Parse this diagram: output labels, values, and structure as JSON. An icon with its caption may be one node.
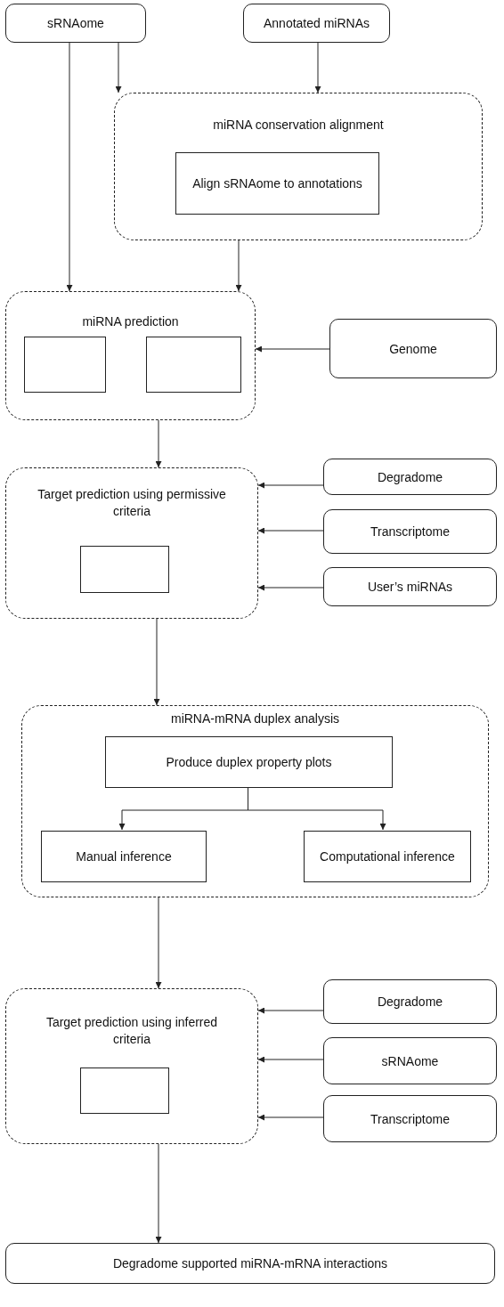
{
  "diagram": {
    "nodes": [
      {
        "text": [
          "sRNAome"
        ]
      },
      {
        "text": [
          "Annotated miRNAs"
        ]
      },
      {
        "text": [
          "miRNA conservation alignment"
        ]
      },
      {
        "text": [
          "Align sRNAome to annotations"
        ],
        "in": 2
      },
      {
        "text": [
          "miRNA prediction"
        ]
      },
      {
        "text": [],
        "shape": "box",
        "in": 4
      },
      {
        "text": [],
        "shape": "box",
        "in": 4
      },
      {
        "text": [
          "Genome"
        ]
      },
      {
        "text": [
          "Target prediction using permissive criteria"
        ]
      },
      {
        "text": [],
        "shape": "box",
        "in": 8
      },
      {
        "text": [
          "Degradome"
        ]
      },
      {
        "text": [
          "Transcriptome"
        ]
      },
      {
        "text": [
          "User’s miRNAs"
        ]
      },
      {
        "text": [
          "miRNA-mRNA duplex analysis"
        ]
      },
      {
        "text": [
          "Produce duplex property plots"
        ],
        "in": 13
      },
      {
        "text": [
          "Manual inference"
        ],
        "in": 13
      },
      {
        "text": [
          "Computational inference"
        ],
        "in": 13
      },
      {
        "text": [
          "Target prediction using inferred criteria"
        ]
      },
      {
        "text": [],
        "shape": "box",
        "in": 17
      },
      {
        "text": [
          "Degradome"
        ]
      },
      {
        "text": [
          "sRNAome"
        ]
      },
      {
        "text": [
          "Transcriptome"
        ]
      },
      {
        "text": [
          "Degradome supported miRNA-mRNA interactions"
        ]
      }
    ],
    "edges": [
      {
        "from": 0,
        "to": 4,
        "arrow": "to"
      },
      {
        "from": 0,
        "to": 2,
        "arrow": "to"
      },
      {
        "from": 1,
        "to": 2,
        "arrow": "to"
      },
      {
        "from": 2,
        "to": 4,
        "arrow": "to"
      },
      {
        "from": 7,
        "to": 4,
        "arrow": "to"
      },
      {
        "from": 4,
        "to": 8,
        "arrow": "to"
      },
      {
        "from": 10,
        "to": 8,
        "arrow": "to"
      },
      {
        "from": 11,
        "to": 8,
        "arrow": "to"
      },
      {
        "from": 12,
        "to": 8,
        "arrow": "to"
      },
      {
        "from": 8,
        "to": 13,
        "arrow": "to"
      },
      {
        "from": 14,
        "to": 15,
        "arrow": "to"
      },
      {
        "from": 14,
        "to": 16,
        "arrow": "to"
      },
      {
        "from": 13,
        "to": 17,
        "arrow": "to"
      },
      {
        "from": 19,
        "to": 17,
        "arrow": "to"
      },
      {
        "from": 20,
        "to": 17,
        "arrow": "to"
      },
      {
        "from": 21,
        "to": 17,
        "arrow": "to"
      },
      {
        "from": 17,
        "to": 22,
        "arrow": "to"
      }
    ]
  }
}
